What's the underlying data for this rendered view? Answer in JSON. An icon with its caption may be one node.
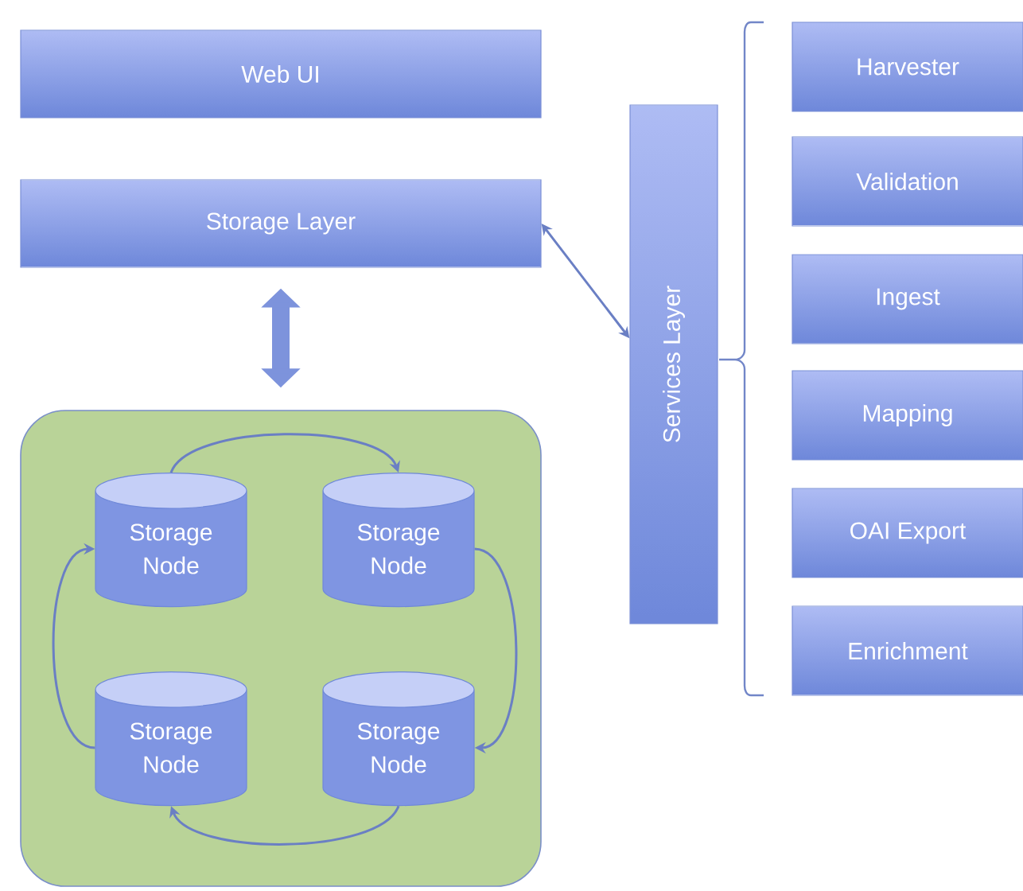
{
  "diagram": {
    "nodes": [
      {
        "text": [
          "Web UI"
        ]
      },
      {
        "text": [
          "Storage Layer"
        ]
      },
      {
        "text": [],
        "shape": "box"
      },
      {
        "text": [
          "Storage Node"
        ],
        "in": 2
      },
      {
        "text": [
          "Storage Node"
        ],
        "in": 2
      },
      {
        "text": [
          "Storage Node"
        ],
        "in": 2
      },
      {
        "text": [
          "Storage Node"
        ],
        "in": 2
      },
      {
        "text": [
          "Services Layer"
        ]
      },
      {
        "text": [
          "Harvester"
        ]
      },
      {
        "text": [
          "Validation"
        ]
      },
      {
        "text": [
          "Ingest"
        ]
      },
      {
        "text": [
          "Mapping"
        ]
      },
      {
        "text": [
          "OAI Export"
        ]
      },
      {
        "text": [
          "Enrichment"
        ]
      }
    ],
    "edges": [
      {
        "from": 1,
        "to": 7,
        "arrow": "both"
      },
      {
        "from": 1,
        "to": 2,
        "arrow": "both",
        "style": "thick"
      },
      {
        "from": 3,
        "to": 4,
        "arrow": "to"
      },
      {
        "from": 4,
        "to": 6,
        "arrow": "to"
      },
      {
        "from": 6,
        "to": 5,
        "arrow": "to"
      },
      {
        "from": 5,
        "to": 3,
        "arrow": "to"
      }
    ]
  }
}
